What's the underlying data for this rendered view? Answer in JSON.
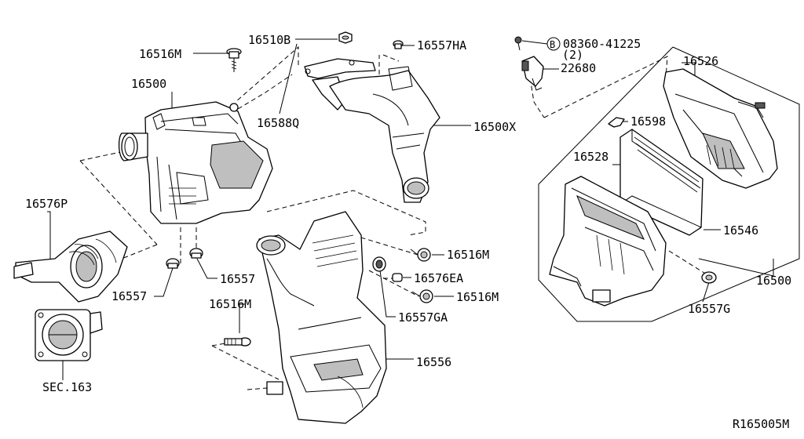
{
  "diagram": {
    "reference_code": "R165005M",
    "callouts": {
      "c16516M_top": "16516M",
      "c16510B": "16510B",
      "c16557HA": "16557HA",
      "c08360": "08360-41225",
      "c08360_qty": "(2)",
      "c08360_marker": "B",
      "c22680": "22680",
      "c16526": "16526",
      "c16500_left": "16500",
      "c16588Q": "16588Q",
      "c16500X": "16500X",
      "c16598": "16598",
      "c16528": "16528",
      "c16576P": "16576P",
      "c16546": "16546",
      "c16516M_mid": "16516M",
      "c16576EA": "16576EA",
      "c16557_right": "16557",
      "c16557_left": "16557",
      "c16516M_low": "16516M",
      "c16557GA": "16557GA",
      "c16500_right": "16500",
      "c16557G": "16557G",
      "c16516M_lower": "16516M",
      "c16556": "16556",
      "sec163": "SEC.163"
    }
  }
}
